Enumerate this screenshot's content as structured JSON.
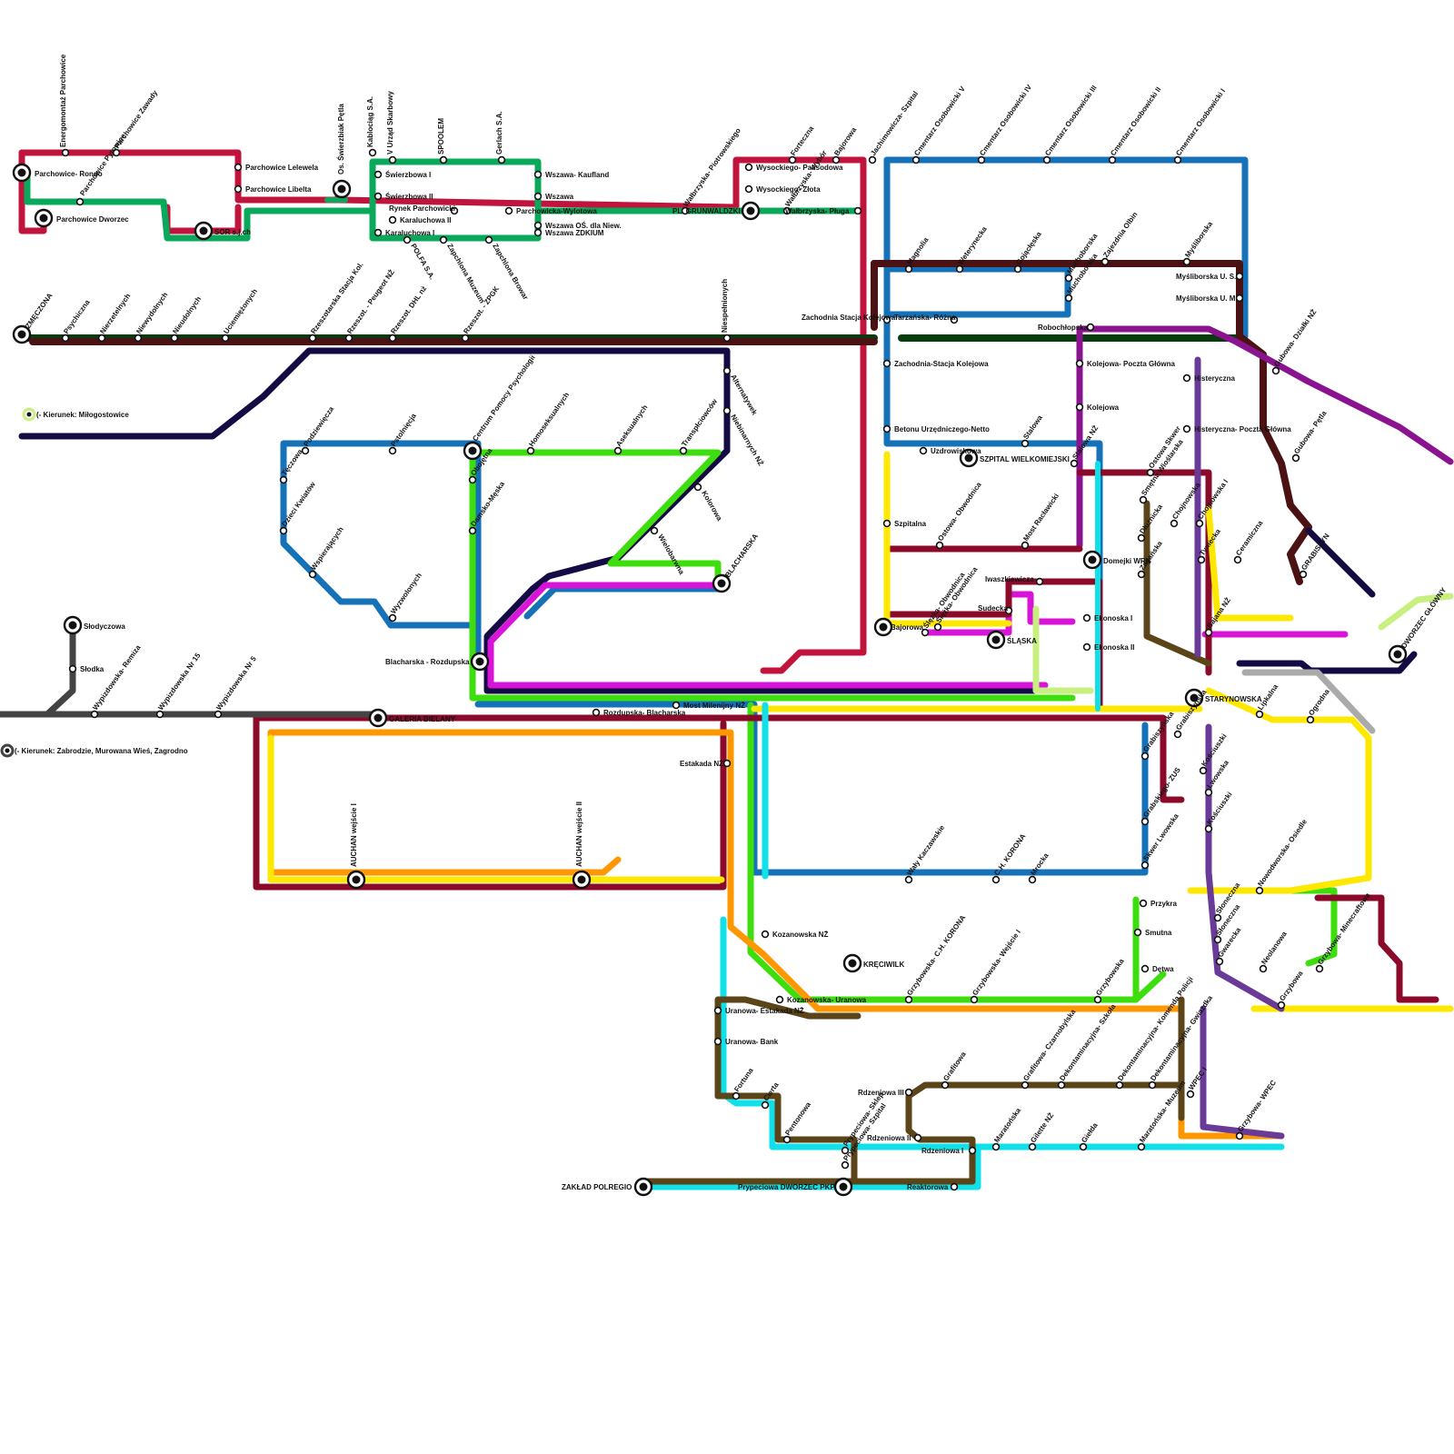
{
  "colors": {
    "crimson": "#c0143c",
    "maroon": "#8b0a2a",
    "green": "#0aa85a",
    "lime": "#3ede0e",
    "blue": "#1672b8",
    "cyan": "#10e0e8",
    "navy": "#140a44",
    "dark_green": "#0a3a10",
    "dark_brown": "#4a1212",
    "brown": "#5a4418",
    "orange": "#ff9800",
    "yellow": "#ffe800",
    "magenta": "#d814d8",
    "purple": "#8a1490",
    "violet": "#6a3a98",
    "grey": "#444444",
    "light_grey": "#aaaaaa",
    "light_green": "#c8f080"
  },
  "directions": [
    {
      "text": "(- Kierunek: Miłogostowice"
    },
    {
      "text": "(- Kierunek: Zabrodzie, Murowana Wieś, Zagrodno"
    }
  ],
  "stations": [
    {
      "name": "Energomontaż Parchowice"
    },
    {
      "name": "Parchowice Zawady"
    },
    {
      "name": "Parchowice- Rondo"
    },
    {
      "name": "Parchowice Pytowice"
    },
    {
      "name": "Parchowice Dworzec"
    },
    {
      "name": "Parchowice Lelewela"
    },
    {
      "name": "Parchowice Libelta"
    },
    {
      "name": "SOR s.j.ch"
    },
    {
      "name": "Os. Świerzbiak Pętla"
    },
    {
      "name": "Kablociąg S.A."
    },
    {
      "name": "V Urząd Skarbowy"
    },
    {
      "name": "Świerzbowa I"
    },
    {
      "name": "Świerzbowa II"
    },
    {
      "name": "Karaluchowa I"
    },
    {
      "name": "Karaluchowa II"
    },
    {
      "name": "Rynek Parchowicki"
    },
    {
      "name": "POLFA S.A."
    },
    {
      "name": "SPOOLEM"
    },
    {
      "name": "Zapchlona Muzeum"
    },
    {
      "name": "Gerlach S.A."
    },
    {
      "name": "Zapchlona Browar"
    },
    {
      "name": "Wszawa- Kaufland"
    },
    {
      "name": "Wszawa"
    },
    {
      "name": "Parchowicka-Wylotowa"
    },
    {
      "name": "Wszawa OŚ. dla Niew."
    },
    {
      "name": "Wszawa ZDKIUM"
    },
    {
      "name": "PL. GRUNWALDZKI"
    },
    {
      "name": "Wałbrzyska- Piotrowskiego"
    },
    {
      "name": "Wysockiego- Palisodowa"
    },
    {
      "name": "Wysockiego- Złota"
    },
    {
      "name": "Forteczna"
    },
    {
      "name": "Wałbrzyska- Wybór"
    },
    {
      "name": "Bajorowa"
    },
    {
      "name": "Wałbrzyska- Pługa"
    },
    {
      "name": "Jachimowicza- Szpital"
    },
    {
      "name": "Cmentarz Osobowicki V"
    },
    {
      "name": "Cmentarz Osobowicki IV"
    },
    {
      "name": "Cmentarz Osobowicki III"
    },
    {
      "name": "Cmentarz Osobowicki II"
    },
    {
      "name": "Cmentarz Osobowicki I"
    },
    {
      "name": "ZMĘCZONA"
    },
    {
      "name": "Psychiczna"
    },
    {
      "name": "Nierzetelnych"
    },
    {
      "name": "Niewydolnych"
    },
    {
      "name": "Nieudolnych"
    },
    {
      "name": "Uciemiężonych"
    },
    {
      "name": "Rzeszotarska Stacja Kol."
    },
    {
      "name": "Rzeszot. - Peugeot NŻ"
    },
    {
      "name": "Rzeszot. DHL nż"
    },
    {
      "name": "Rzeszot. - ZPGK"
    },
    {
      "name": "Niespełnionych"
    },
    {
      "name": "Alternatywek"
    },
    {
      "name": "Niebinarnych NŻ"
    },
    {
      "name": "Magnolia"
    },
    {
      "name": "Weterynecka"
    },
    {
      "name": "Gojącłęska"
    },
    {
      "name": "Muchoborska"
    },
    {
      "name": "Muchoborska"
    },
    {
      "name": "Zajezdnia Olbin"
    },
    {
      "name": "Myśliborska"
    },
    {
      "name": "Myśliborska U. S."
    },
    {
      "name": "Myśliborska U. M."
    },
    {
      "name": "Zachodnia Stacja Kolejowa"
    },
    {
      "name": "Tarzańska- Różna"
    },
    {
      "name": "Robochłopska"
    },
    {
      "name": "Zachodnia-Stacja Kolejowa"
    },
    {
      "name": "Kolejowa- Poczta Główna"
    },
    {
      "name": "Histeryczna"
    },
    {
      "name": "Kolejowa"
    },
    {
      "name": "Betonu Urzędniczego-Netto"
    },
    {
      "name": "Histeryczna- Poczta Główna"
    },
    {
      "name": "Stalowa"
    },
    {
      "name": "Uzdrowiskowa"
    },
    {
      "name": "SZPITAL WIELKOMIEJSKI"
    },
    {
      "name": "Stalowa NŻ"
    },
    {
      "name": "Ostowa Skwer"
    },
    {
      "name": "Smętna Wioślarska"
    },
    {
      "name": "Szpitalna"
    },
    {
      "name": "Ostowa- Obwodnica"
    },
    {
      "name": "Most Racławicki"
    },
    {
      "name": "Domejki WRK"
    },
    {
      "name": "Dłużnicka"
    },
    {
      "name": "Chojnowska"
    },
    {
      "name": "Zagańska"
    },
    {
      "name": "Chojnowska I"
    },
    {
      "name": "Tyniecka"
    },
    {
      "name": "Ceramiczna"
    },
    {
      "name": "Gubowa- Działki NŻ"
    },
    {
      "name": "Gubowa- Pętla"
    },
    {
      "name": "GRABISZYN"
    },
    {
      "name": "Iwaszkiewicza"
    },
    {
      "name": "Sudecka"
    },
    {
      "name": "Ślęzka- Obwodnica"
    },
    {
      "name": "Ślężka- Obwodnica"
    },
    {
      "name": "Bajorowa"
    },
    {
      "name": "ŚLĄSKA"
    },
    {
      "name": "Ekonoska I"
    },
    {
      "name": "Ekonoska II"
    },
    {
      "name": "Bajana NŻ"
    },
    {
      "name": "DWORZEC GŁÓWNY"
    },
    {
      "name": "STARYNOWSKA"
    },
    {
      "name": "Lipkalna"
    },
    {
      "name": "Ogrodna"
    },
    {
      "name": "Słodyczowa"
    },
    {
      "name": "Słodka"
    },
    {
      "name": "Wypizdowska- Remiza"
    },
    {
      "name": "Wypizdowska Nr 15"
    },
    {
      "name": "Wypizdowska Nr 5"
    },
    {
      "name": "Pstolnięcja"
    },
    {
      "name": "Podziewięcza"
    },
    {
      "name": "Tęczowa"
    },
    {
      "name": "Dzieci Kwiatów"
    },
    {
      "name": "Wspierających"
    },
    {
      "name": "Wyzwolonych"
    },
    {
      "name": "Centrum Pomocy Psychologii"
    },
    {
      "name": "Homoseksualnych"
    },
    {
      "name": "Aseksualnych"
    },
    {
      "name": "Transpłciowców"
    },
    {
      "name": "Obojętna"
    },
    {
      "name": "Damsko-Męska"
    },
    {
      "name": "Kolorowa"
    },
    {
      "name": "Wielobarwna"
    },
    {
      "name": "BLACHARSKA"
    },
    {
      "name": "Blacharska - Rozdupska"
    },
    {
      "name": "GALERIA BIELANY"
    },
    {
      "name": "Rozdupska- Blacharska"
    },
    {
      "name": "Most Milenijny NŻ"
    },
    {
      "name": "Estakada NŻ"
    },
    {
      "name": "AUCHAN wejście I"
    },
    {
      "name": "AUCHAN wejście II"
    },
    {
      "name": "Wały Kaczawskie"
    },
    {
      "name": "C.H. KORONA"
    },
    {
      "name": "Mrocka"
    },
    {
      "name": "Grabiszyńska"
    },
    {
      "name": "Grabiszyńska"
    },
    {
      "name": "Grabskiego- ZUS"
    },
    {
      "name": "Skwer Lwowska"
    },
    {
      "name": "Lwowska"
    },
    {
      "name": "Kościuszki"
    },
    {
      "name": "Kościuszki"
    },
    {
      "name": "Przykra"
    },
    {
      "name": "Smutna"
    },
    {
      "name": "Dętwa"
    },
    {
      "name": "Nowodworska- Osiedle"
    },
    {
      "name": "Słoneczna"
    },
    {
      "name": "Słoneczna"
    },
    {
      "name": "Gwarecka"
    },
    {
      "name": "Neolanowa"
    },
    {
      "name": "Grzybowa- Minecraftowa"
    },
    {
      "name": "Grzybowa"
    },
    {
      "name": "Kozanowska NŻ"
    },
    {
      "name": "KRĘCIWILK"
    },
    {
      "name": "Kozanowska- Uranowa"
    },
    {
      "name": "Grzybowska- C.H. KORONA"
    },
    {
      "name": "Grzybowska- Wejście I"
    },
    {
      "name": "Grzybowska"
    },
    {
      "name": "Uranowa- Estakada NŻ"
    },
    {
      "name": "Uranowa- Bank"
    },
    {
      "name": "Fortuna"
    },
    {
      "name": "Cierta"
    },
    {
      "name": "Pentonowa"
    },
    {
      "name": "Prypeciowa- Sklep"
    },
    {
      "name": "Prypeciowa- Szpital"
    },
    {
      "name": "Rdzeniowa III"
    },
    {
      "name": "Rdzeniowa II"
    },
    {
      "name": "Rdzeniowa I"
    },
    {
      "name": "Grafitowa"
    },
    {
      "name": "Grafitowa- Czarnobylska"
    },
    {
      "name": "Dekontaminacyjna- Szkoła"
    },
    {
      "name": "Dekontaminacyjna- Komenda Policji"
    },
    {
      "name": "Dekontaminacyjna- Gwiazdka"
    },
    {
      "name": "WPEC I"
    },
    {
      "name": "Maratońska"
    },
    {
      "name": "Gilette NŻ"
    },
    {
      "name": "Giełda"
    },
    {
      "name": "Maratońska- Muzeum"
    },
    {
      "name": "Grzybowa- WPEC"
    },
    {
      "name": "ZAKŁAD POLREGIO"
    },
    {
      "name": "Prypeciowa DWORZEC PKP"
    },
    {
      "name": "Reaktorowa"
    }
  ]
}
